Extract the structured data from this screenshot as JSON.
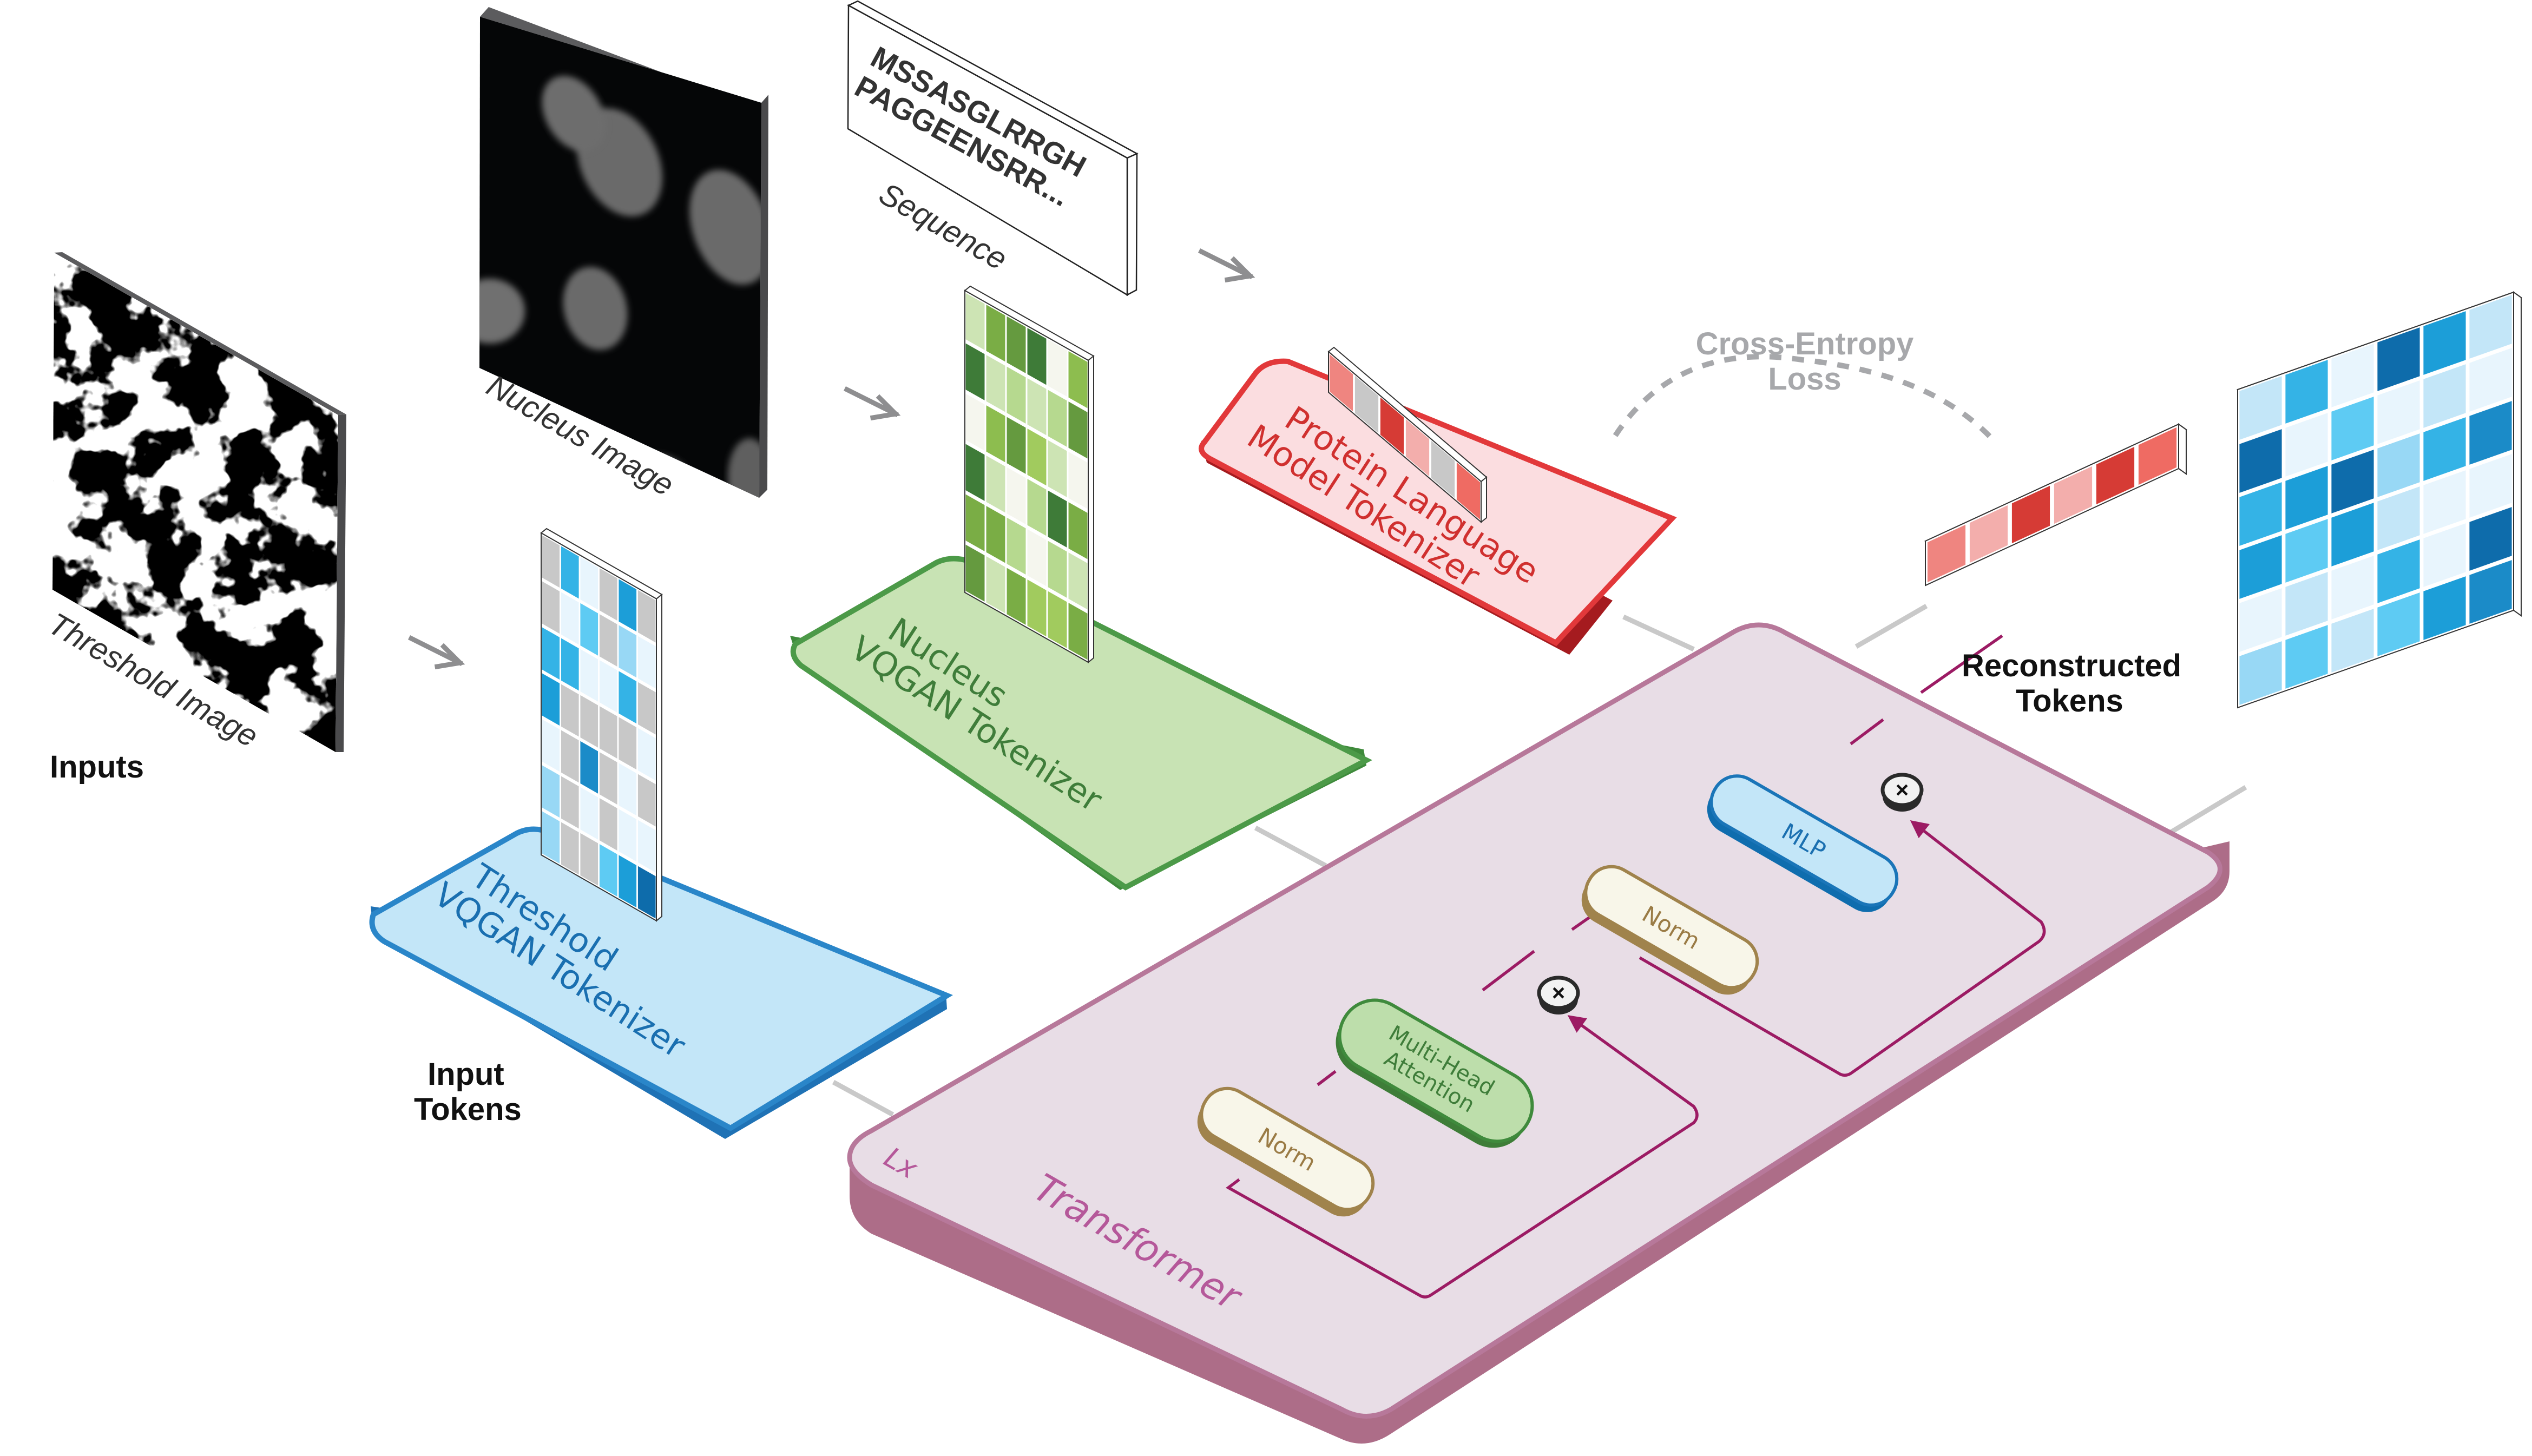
{
  "labels": {
    "inputs": "Inputs",
    "input_tokens_line1": "Input",
    "input_tokens_line2": "Tokens",
    "reconstructed_line1": "Reconstructed",
    "reconstructed_line2": "Tokens",
    "loss_line1": "Cross-Entropy",
    "loss_line2": "Loss"
  },
  "inputs": {
    "threshold_image": {
      "caption": "Threshold Image"
    },
    "nucleus_image": {
      "caption": "Nucleus Image"
    },
    "sequence": {
      "caption": "Sequence",
      "line1": "MSSASGLRRGH",
      "line2": "PAGGEENSRR..."
    }
  },
  "tokenizers": {
    "threshold": {
      "line1": "Threshold",
      "line2": "VQGAN Tokenizer",
      "color": "#1e7fc4",
      "fill": "#c3e6f8"
    },
    "nucleus": {
      "line1": "Nucleus",
      "line2": "VQGAN Tokenizer",
      "color": "#3f8f3c",
      "fill": "#c8e3b4"
    },
    "protein": {
      "line1": "Protein Language",
      "line2": "Model Tokenizer",
      "color": "#e2383a",
      "fill": "#fbdde0"
    }
  },
  "transformer": {
    "title": "Transformer",
    "repeat_label": "Lx",
    "fill": "#e8dde6",
    "edge": "#b0708a",
    "blocks": [
      {
        "label": "Norm",
        "kind": "norm"
      },
      {
        "label": "Multi-Head Attention",
        "line1": "Multi-Head",
        "line2": "Attention",
        "kind": "attention"
      },
      {
        "label": "Norm",
        "kind": "norm"
      },
      {
        "label": "MLP",
        "kind": "mlp"
      }
    ],
    "residual_ops": [
      {
        "symbol": "×",
        "after": "attention"
      },
      {
        "symbol": "×",
        "after": "mlp"
      }
    ]
  },
  "token_grids": {
    "threshold_palette": [
      "#c8c8c8",
      "#e8f5fd",
      "#c3e6f8",
      "#98d8f5",
      "#5ecbf3",
      "#34b3e6",
      "#1c9ed8",
      "#1b8bc8",
      "#0e6cab"
    ],
    "threshold_cells": [
      [
        0,
        5,
        1,
        0,
        6,
        0
      ],
      [
        0,
        1,
        4,
        0,
        3,
        1
      ],
      [
        5,
        5,
        1,
        1,
        5,
        0
      ],
      [
        6,
        0,
        0,
        0,
        0,
        1
      ],
      [
        1,
        0,
        7,
        0,
        1,
        0
      ],
      [
        3,
        0,
        1,
        0,
        1,
        1
      ],
      [
        3,
        0,
        0,
        4,
        6,
        8
      ]
    ],
    "nucleus_palette": [
      "#f5f6ee",
      "#e3efd5",
      "#cde4b4",
      "#b6d98f",
      "#a1cb5e",
      "#8dbd4f",
      "#7aad45",
      "#659a3f",
      "#3e7b38"
    ],
    "nucleus_cells": [
      [
        2,
        6,
        7,
        8,
        0,
        5
      ],
      [
        8,
        2,
        3,
        2,
        3,
        7
      ],
      [
        0,
        5,
        7,
        4,
        2,
        0
      ],
      [
        8,
        2,
        0,
        3,
        8,
        6
      ],
      [
        6,
        6,
        3,
        0,
        3,
        2
      ],
      [
        7,
        2,
        6,
        4,
        4,
        6
      ]
    ],
    "protein_palette": [
      "#ef8580",
      "#c8c8c8",
      "#d63b35",
      "#f3aeac",
      "#ef6b63"
    ],
    "protein_cells": [
      0,
      1,
      2,
      3,
      1,
      4
    ],
    "reconstructed_protein_cells": [
      0,
      3,
      2,
      3,
      2,
      4
    ],
    "reconstructed_cells": [
      [
        2,
        5,
        1,
        8,
        6,
        2
      ],
      [
        8,
        1,
        4,
        1,
        2,
        1
      ],
      [
        5,
        6,
        8,
        3,
        5,
        7
      ],
      [
        6,
        4,
        6,
        2,
        1,
        1
      ],
      [
        1,
        2,
        1,
        5,
        1,
        8
      ],
      [
        3,
        4,
        2,
        4,
        6,
        7
      ]
    ]
  }
}
